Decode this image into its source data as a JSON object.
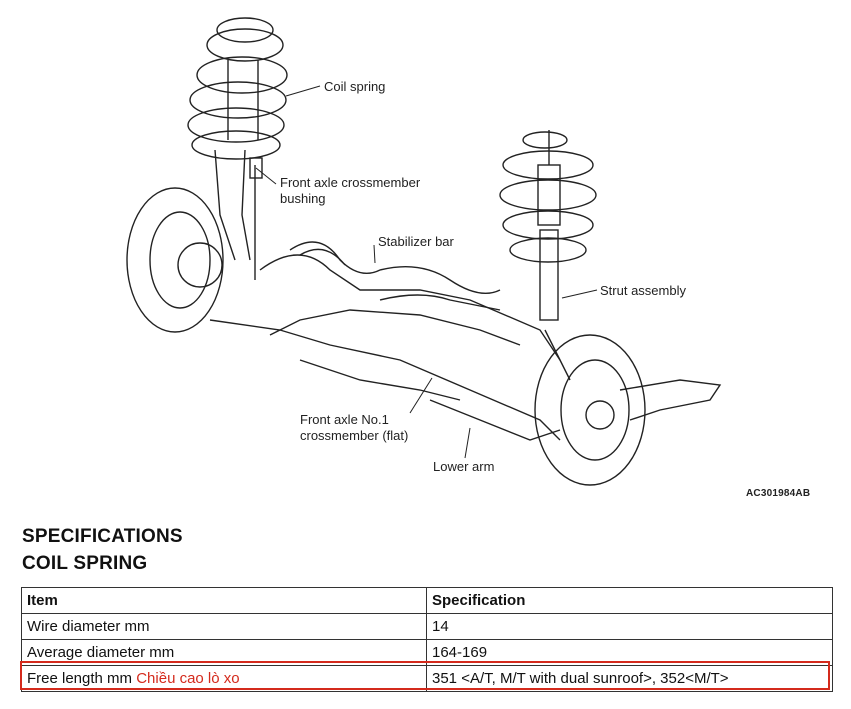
{
  "figure": {
    "labels": {
      "coil_spring": "Coil spring",
      "crossmember_bushing_line1": "Front axle crossmember",
      "crossmember_bushing_line2": "bushing",
      "stabilizer_bar": "Stabilizer bar",
      "strut_assembly": "Strut assembly",
      "crossmember_flat_line1": "Front axle No.1",
      "crossmember_flat_line2": "crossmember (flat)",
      "lower_arm": "Lower arm"
    },
    "code": "AC301984AB"
  },
  "section": {
    "title": "SPECIFICATIONS",
    "subtitle": "COIL SPRING"
  },
  "table": {
    "headers": [
      "Item",
      "Specification"
    ],
    "rows": [
      {
        "item": "Wire diameter mm",
        "note": "",
        "spec": "14"
      },
      {
        "item": "Average diameter mm",
        "note": "",
        "spec": "164-169"
      },
      {
        "item": "Free length mm",
        "note": "Chiều cao lò xo",
        "spec": "351 <A/T, M/T with dual sunroof>, 352<M/T>"
      }
    ]
  },
  "colors": {
    "highlight": "#d42a1c"
  }
}
